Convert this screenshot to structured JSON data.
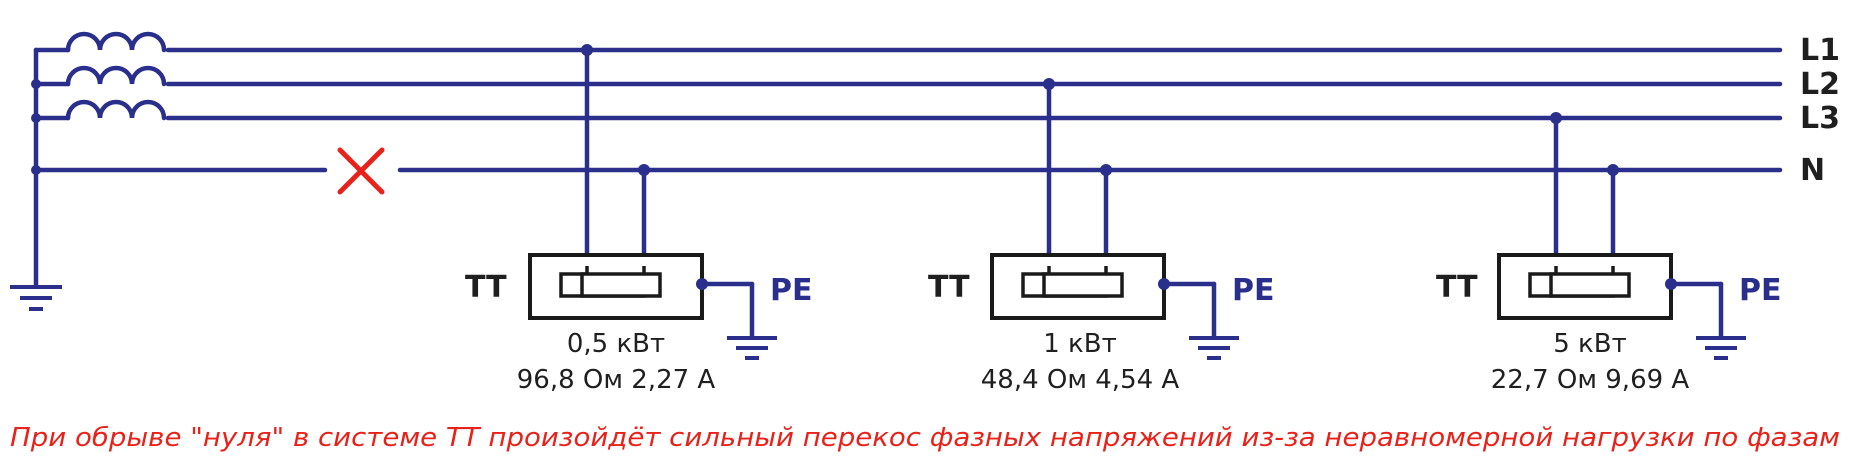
{
  "lines": [
    "L1",
    "L2",
    "L3",
    "N"
  ],
  "consumers": [
    {
      "system": "TT",
      "earth": "PE",
      "power": "0,5 кВт",
      "params": "96,8 Ом 2,27 А"
    },
    {
      "system": "TT",
      "earth": "PE",
      "power": "1 кВт",
      "params": "48,4 Ом  4,54 А"
    },
    {
      "system": "TT",
      "earth": "PE",
      "power": "5 кВт",
      "params": "22,7 Ом  9,69 А"
    }
  ],
  "caption": "При обрыве \"нуля\" в системе ТТ произойдёт сильный перекос фазных напряжений из-за неравномерной нагрузки по фазам",
  "colors": {
    "wire": "#2b2f8c",
    "caption": "#e8221a",
    "break_mark": "#e8221a"
  }
}
